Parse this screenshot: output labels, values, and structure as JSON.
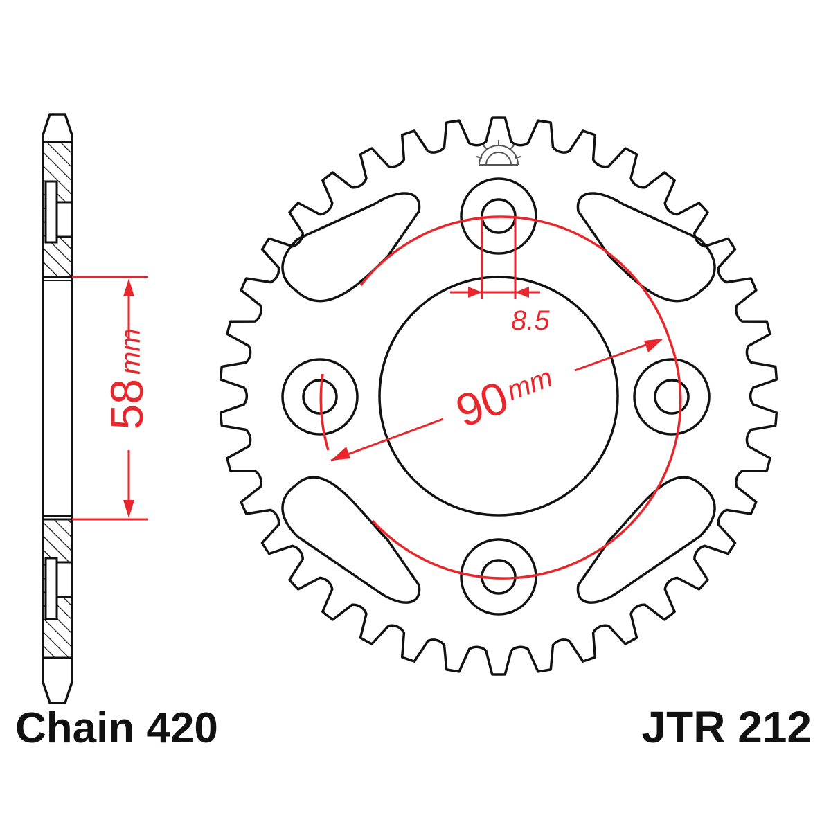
{
  "chain_label": "Chain 420",
  "part_number": "JTR 212",
  "dimensions": {
    "hub_bore_value": "58",
    "hub_bore_unit": "mm",
    "pcd_value": "90",
    "pcd_unit": "mm",
    "bolt_hole": "8.5"
  },
  "colors": {
    "outline": "#111111",
    "dimension": "#e8262b",
    "background": "#ffffff"
  },
  "sprocket": {
    "tooth_count": 38,
    "mounting_holes": 4,
    "lightening_slots": 4
  },
  "icons": {
    "brand_logo": "sprocket-logo-icon"
  }
}
